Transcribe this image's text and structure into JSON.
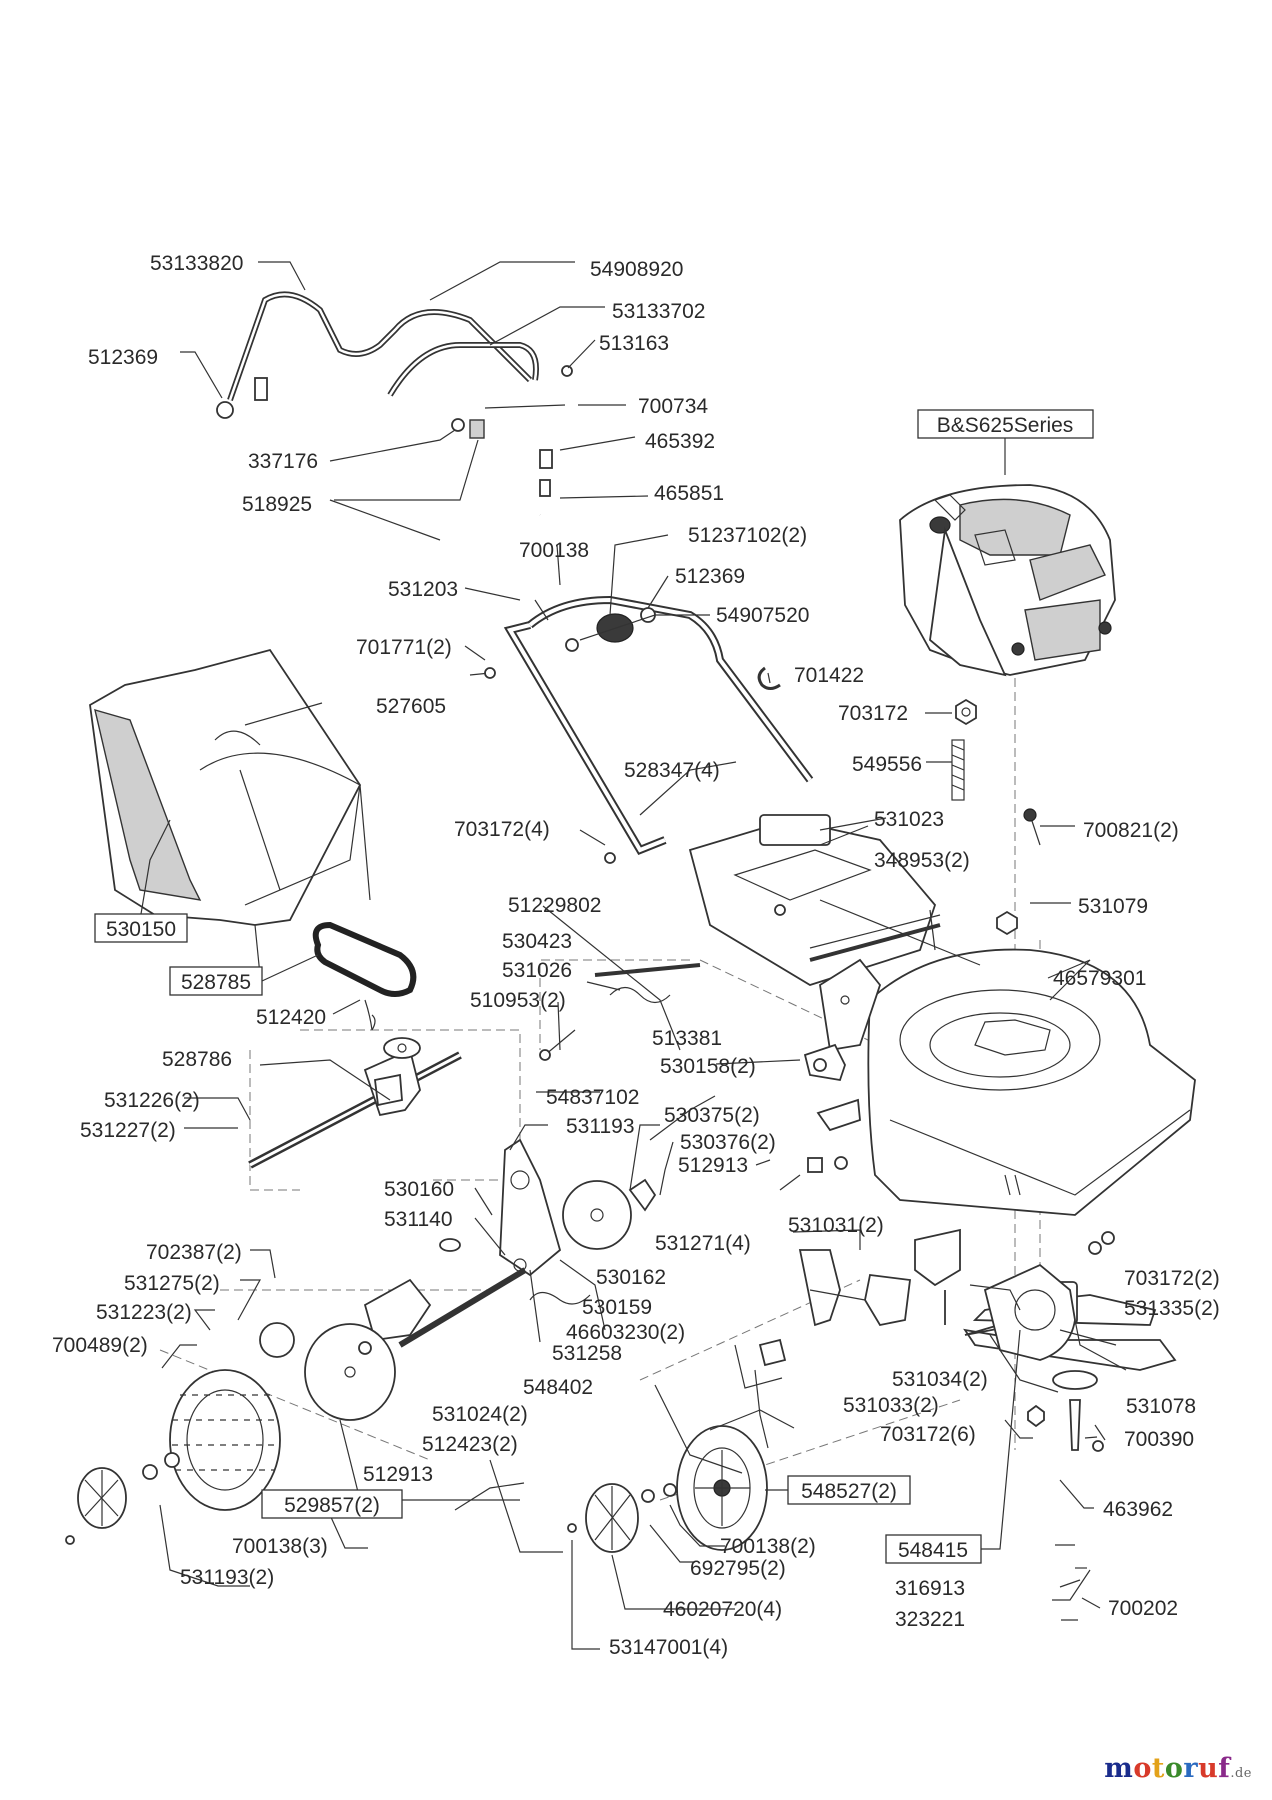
{
  "engine_label": "B&S625Series",
  "boxed_labels": [
    "530150",
    "528785",
    "529857(2)",
    "548527(2)",
    "548415"
  ],
  "labels": [
    "53133820",
    "54908920",
    "53133702",
    "512369",
    "513163",
    "700734",
    "337176",
    "465392",
    "518925",
    "465851",
    "700138",
    "51237102(2)",
    "531203",
    "512369",
    "54907520",
    "701771(2)",
    "701422",
    "527605",
    "703172",
    "549556",
    "528347(4)",
    "703172(4)",
    "531023",
    "700821(2)",
    "348953(2)",
    "51229802",
    "531079",
    "530423",
    "531026",
    "46579301",
    "510953(2)",
    "512420",
    "513381",
    "528786",
    "530158(2)",
    "54837102",
    "531226(2)",
    "531227(2)",
    "531193",
    "530375(2)",
    "530376(2)",
    "530160",
    "512913",
    "531140",
    "702387(2)",
    "531275(2)",
    "531271(4)",
    "531031(2)",
    "531223(2)",
    "530162",
    "703172(2)",
    "700489(2)",
    "530159",
    "531335(2)",
    "46603230(2)",
    "531258",
    "548402",
    "531034(2)",
    "531078",
    "531033(2)",
    "531024(2)",
    "703172(6)",
    "512423(2)",
    "700390",
    "512913",
    "463962",
    "700138(3)",
    "700138(2)",
    "531193(2)",
    "692795(2)",
    "316913",
    "700202",
    "46020720(4)",
    "323221",
    "53147001(4)"
  ],
  "watermark": {
    "brand": "motoruf",
    "suffix": ".de"
  },
  "colors": {
    "brand_m": "#1a2c8c",
    "brand_o": "#d83a2a",
    "brand_t": "#e3a21a",
    "brand_r": "#3a8a2a",
    "brand_u": "#2a6ac0",
    "brand_f": "#8a2a8a"
  }
}
